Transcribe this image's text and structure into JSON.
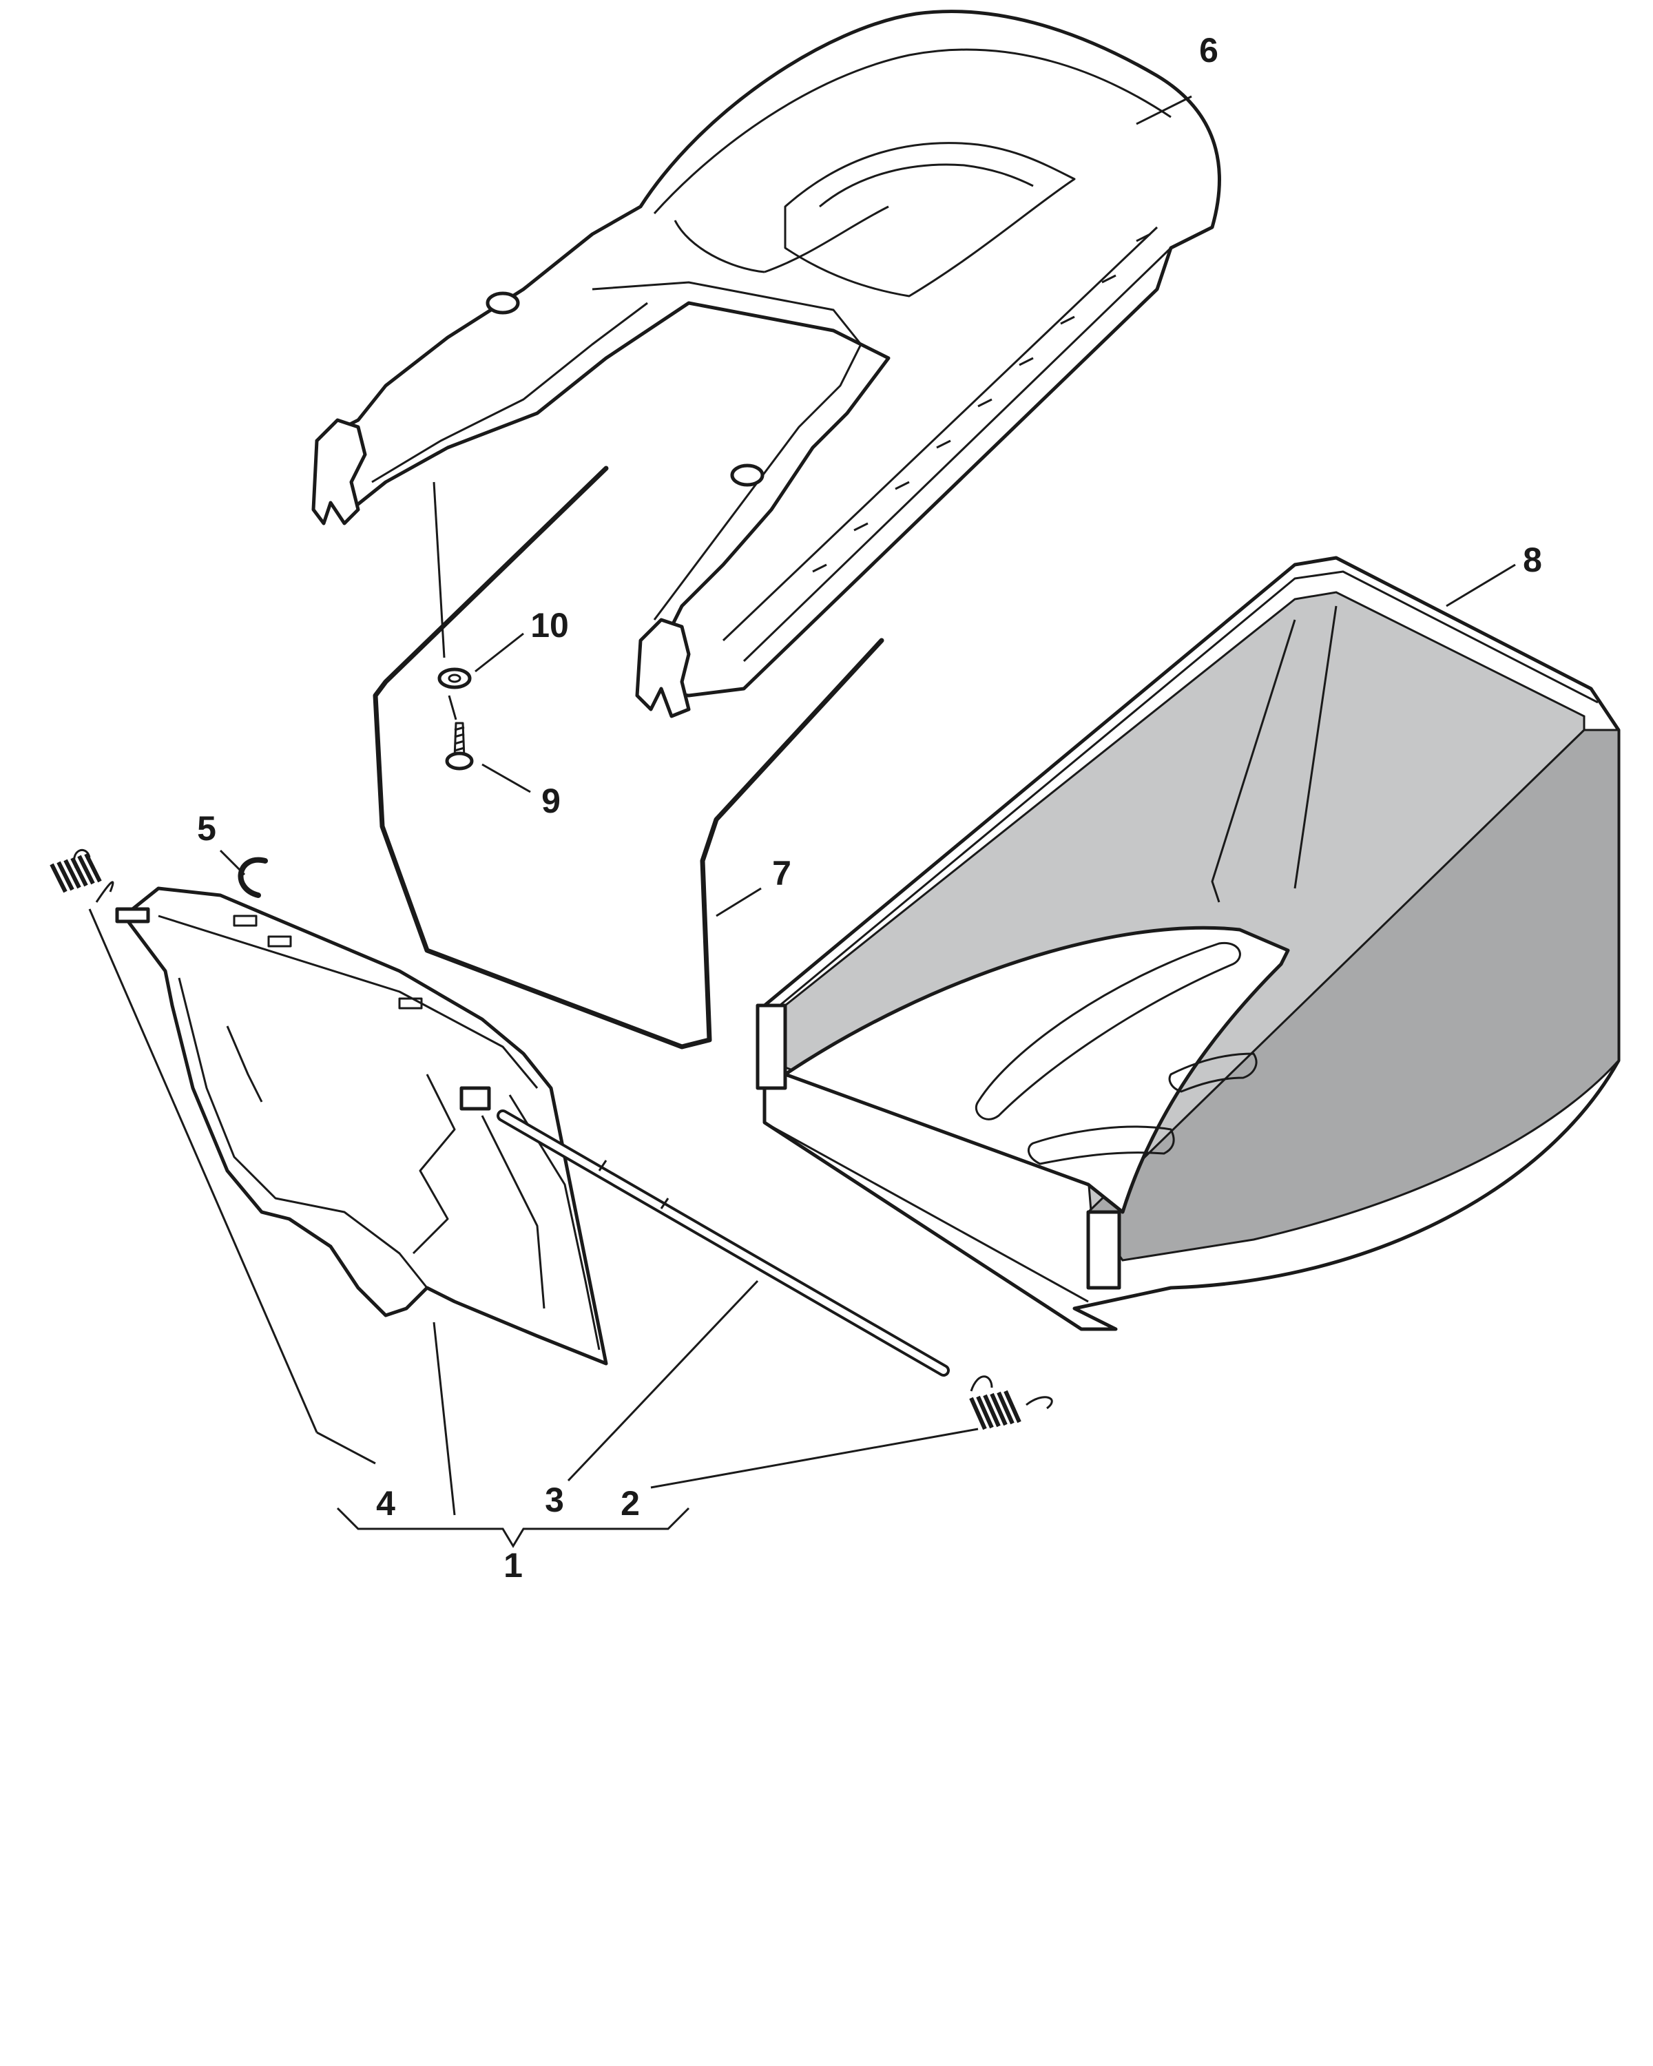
{
  "diagram": {
    "parts": [
      {
        "id": "part-1",
        "label": "1"
      },
      {
        "id": "part-2",
        "label": "2"
      },
      {
        "id": "part-3",
        "label": "3"
      },
      {
        "id": "part-4",
        "label": "4"
      },
      {
        "id": "part-5",
        "label": "5"
      },
      {
        "id": "part-6",
        "label": "6"
      },
      {
        "id": "part-7",
        "label": "7"
      },
      {
        "id": "part-8",
        "label": "8"
      },
      {
        "id": "part-9",
        "label": "9"
      },
      {
        "id": "part-10",
        "label": "10"
      }
    ],
    "colors": {
      "line": "#1a1a1a",
      "bag_inner": "#c6c7c8",
      "bag_side": "#a8a9aa",
      "background": "#ffffff"
    }
  }
}
